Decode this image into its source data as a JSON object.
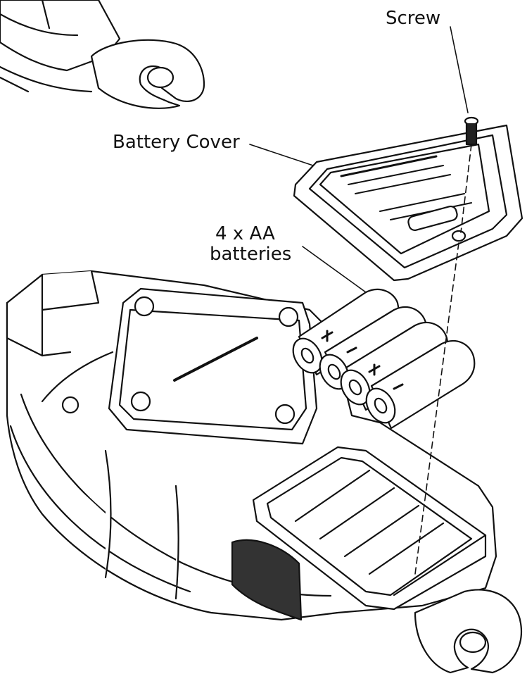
{
  "labels": {
    "screw": "Screw",
    "battery_cover": "Battery Cover",
    "batteries_line1": "4 x AA",
    "batteries_line2": "batteries"
  },
  "colors": {
    "line": "#111111",
    "fill": "#ffffff"
  }
}
